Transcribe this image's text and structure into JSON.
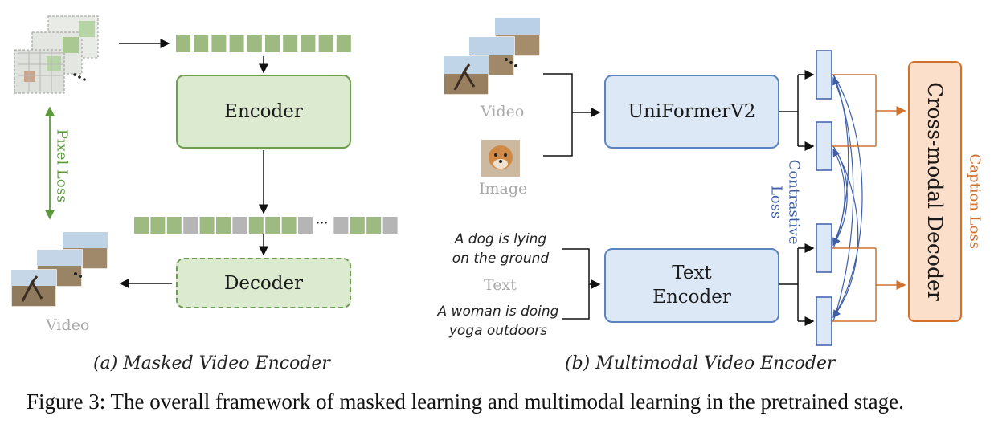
{
  "panel_a": {
    "encoder_label": "Encoder",
    "decoder_label": "Decoder",
    "pixel_loss_label": "Pixel Loss",
    "video_label": "Video",
    "ellipsis": "···",
    "subcaption": "(a) Masked Video Encoder"
  },
  "panel_b": {
    "video_label": "Video",
    "image_label": "Image",
    "uniformer_label": "UniFormerV2",
    "text_encoder_label": "Text\nEncoder",
    "text_label": "Text",
    "text_sample_1": "A dog is lying\non the ground",
    "text_sample_2": "A woman is doing\nyoga outdoors",
    "contrastive_loss_label": "Contrastive\nLoss",
    "cross_modal_decoder_label": "Cross-modal Decoder",
    "caption_loss_label": "Caption Loss",
    "subcaption": "(b) Multimodal Video Encoder"
  },
  "figure_caption": "Figure 3: The overall framework of masked learning and multimodal learning in the pretrained stage.",
  "colors": {
    "green_fill": "#dcebd0",
    "green_border": "#6e9e50",
    "token_green": "#9dbb80",
    "token_grey": "#b5b5b5",
    "blue_fill": "#dde8f6",
    "blue_border": "#5b83c0",
    "orange_fill": "#fbdfcb",
    "orange_border": "#d0712e"
  }
}
